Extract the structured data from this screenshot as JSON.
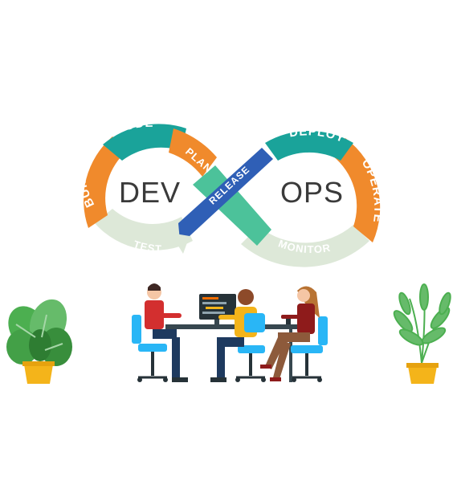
{
  "diagram": {
    "left_word": "DEV",
    "right_word": "OPS",
    "stages": {
      "build": "BUILD",
      "code": "CODE",
      "plan": "PLAN",
      "release": "RELEASE",
      "deploy": "DEPLOY",
      "operate": "OPERATE",
      "monitor": "MONITOR",
      "test": "TEST"
    }
  },
  "colors": {
    "teal": "#1aa39a",
    "orange": "#f08a2c",
    "pale_green": "#dde8d8",
    "blue": "#2f5fb6",
    "green": "#4cc29a",
    "text": "#3a3a3a"
  },
  "illustration": {
    "scene": "team-at-desk",
    "people_count": 3,
    "plants": [
      "left-plant",
      "right-plant"
    ],
    "monitor_icon": "code-monitor-icon"
  }
}
